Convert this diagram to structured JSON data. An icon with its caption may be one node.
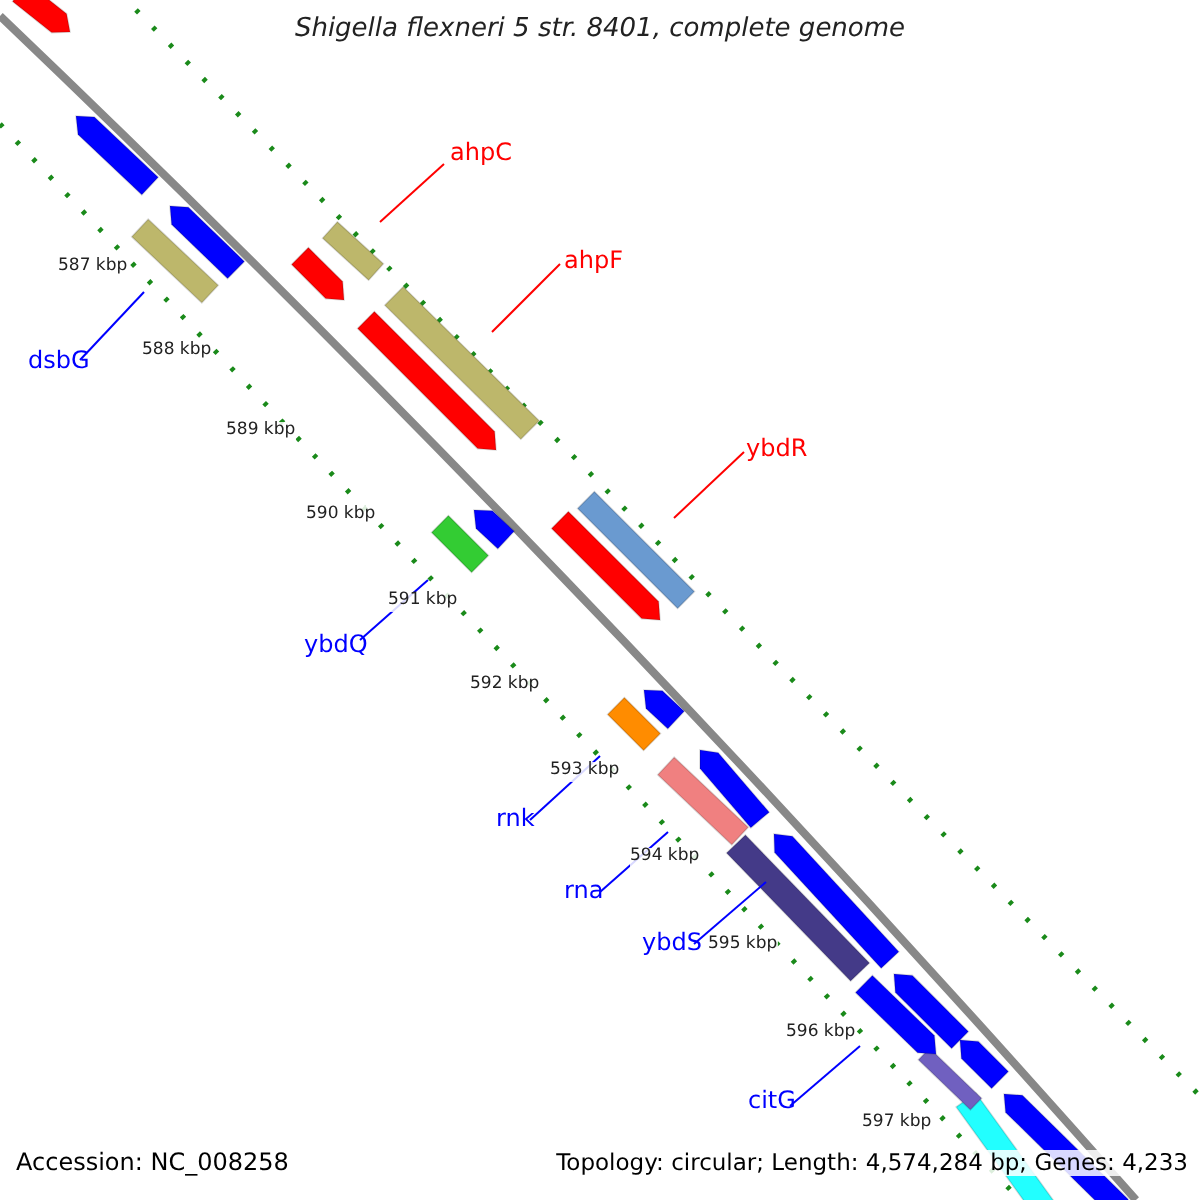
{
  "diagram": {
    "title": "Shigella flexneri 5 str. 8401, complete genome",
    "nodes": [
      {
        "text": [
          "ahpC"
        ]
      },
      {
        "text": [],
        "shape": "bar"
      },
      {
        "text": [
          "ahpF"
        ]
      },
      {
        "text": [],
        "shape": "bar"
      },
      {
        "text": [
          "ybdR"
        ]
      },
      {
        "text": [],
        "shape": "bar"
      },
      {
        "text": [
          "dsbG"
        ]
      },
      {
        "text": [],
        "shape": "bar"
      },
      {
        "text": [
          "ybdQ"
        ]
      },
      {
        "text": [],
        "shape": "bar"
      },
      {
        "text": [
          "rnk"
        ]
      },
      {
        "text": [],
        "shape": "bar"
      },
      {
        "text": [
          "rna"
        ]
      },
      {
        "text": [],
        "shape": "bar"
      },
      {
        "text": [
          "ybdS"
        ]
      },
      {
        "text": [],
        "shape": "bar"
      },
      {
        "text": [
          "citG"
        ]
      },
      {
        "text": [],
        "shape": "bar"
      }
    ],
    "edges": [
      {
        "from": 0,
        "to": 1,
        "arrow": "none",
        "color": "#ff0000"
      },
      {
        "from": 2,
        "to": 3,
        "arrow": "none",
        "color": "#ff0000"
      },
      {
        "from": 4,
        "to": 5,
        "arrow": "none",
        "color": "#ff0000"
      },
      {
        "from": 6,
        "to": 7,
        "arrow": "none"
      },
      {
        "from": 8,
        "to": 9,
        "arrow": "none"
      },
      {
        "from": 10,
        "to": 11,
        "arrow": "none"
      },
      {
        "from": 12,
        "to": 13,
        "arrow": "none"
      },
      {
        "from": 14,
        "to": 15,
        "arrow": "none"
      },
      {
        "from": 16,
        "to": 17,
        "arrow": "none"
      }
    ],
    "labels": [
      "587 kbp",
      "588 kbp",
      "589 kbp",
      "590 kbp",
      "591 kbp",
      "592 kbp",
      "593 kbp",
      "594 kbp",
      "595 kbp",
      "596 kbp",
      "597 kbp",
      "Accession: NC_008258",
      "Topology: circular; Length: 4,574,284 bp; Genes: 4,233"
    ]
  }
}
